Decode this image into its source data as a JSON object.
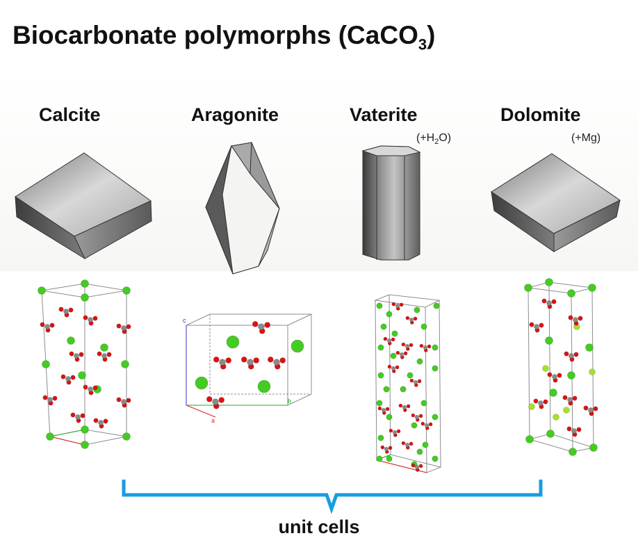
{
  "title": {
    "text": "Biocarbonate polymorphs (CaCO",
    "subscript": "3",
    "suffix": ")"
  },
  "minerals": [
    {
      "name": "Calcite",
      "note_prefix": "",
      "note_sub": "",
      "note_suffix": ""
    },
    {
      "name": "Aragonite",
      "note_prefix": "",
      "note_sub": "",
      "note_suffix": ""
    },
    {
      "name": "Vaterite",
      "note_prefix": "(+H",
      "note_sub": "2",
      "note_suffix": "O)"
    },
    {
      "name": "Dolomite",
      "note_prefix": "(+Mg)",
      "note_sub": "",
      "note_suffix": ""
    }
  ],
  "axis_labels": {
    "a": "a",
    "b": "b",
    "c": "c"
  },
  "caption": "unit cells",
  "colors": {
    "calcium": "#44cc22",
    "magnesium": "#a6e02c",
    "carbon": "#8a8a8a",
    "oxygen": "#dd1111",
    "bracket": "#1a9ce0",
    "crystal_dark": "#4a4a4a",
    "crystal_mid": "#8c8c8c",
    "crystal_light": "#cfcfcf"
  }
}
